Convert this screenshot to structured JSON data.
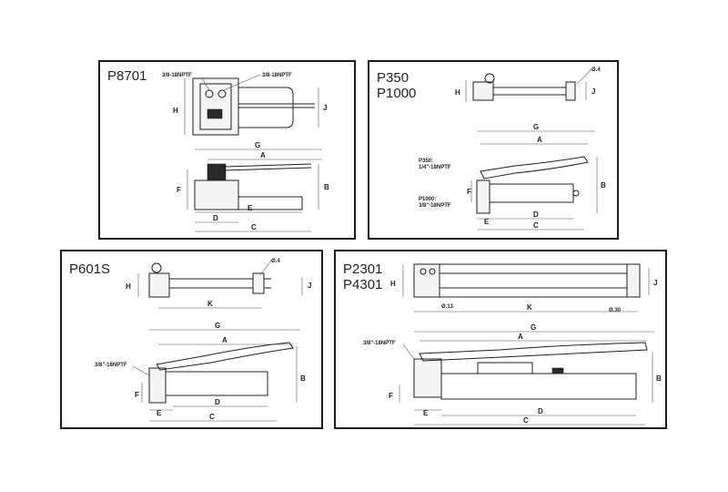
{
  "panels": {
    "p8701": {
      "model": "P8701",
      "ports": [
        "3/8-18NPTF",
        "3/8-18NPTF"
      ],
      "dims": {
        "H": "H",
        "J": "J",
        "G": "G",
        "A": "A",
        "F": "F",
        "B": "B",
        "E": "E",
        "D": "D",
        "C": "C"
      }
    },
    "p350": {
      "model": "P350\nP1000",
      "ports": [
        "P350:\n1/4\"-18NPTF",
        "P1000:\n3/8\"-18NPTF"
      ],
      "dia": "Ø.4",
      "dims": {
        "H": "H",
        "J": "J",
        "G": "G",
        "A": "A",
        "F": "F",
        "B": "B",
        "E": "E",
        "D": "D",
        "C": "C"
      }
    },
    "p601s": {
      "model": "P601S",
      "ports": [
        "3/8\"-18NPTF"
      ],
      "dia": "Ø.4",
      "dims": {
        "H": "H",
        "J": "J",
        "K": "K",
        "G": "G",
        "A": "A",
        "F": "F",
        "B": "B",
        "E": "E",
        "D": "D",
        "C": "C"
      }
    },
    "p2301": {
      "model": "P2301\nP4301",
      "ports": [
        "3/8\"-18NPTF"
      ],
      "dia_small": "Ø.13",
      "dia_large": "Ø.30",
      "dims": {
        "H": "H",
        "J": "J",
        "K": "K",
        "G": "G",
        "A": "A",
        "F": "F",
        "B": "B",
        "E": "E",
        "D": "D",
        "C": "C"
      }
    }
  }
}
